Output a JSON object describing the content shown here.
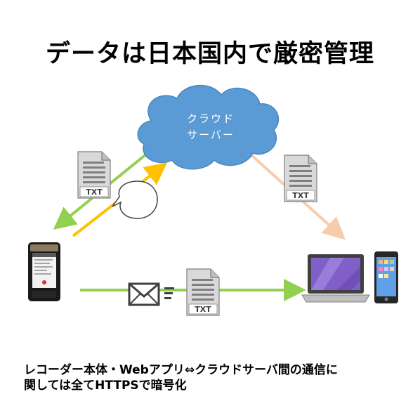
{
  "title": "データは日本国内で厳密管理",
  "cloud": {
    "line1": "クラウド",
    "line2": "サーバー"
  },
  "doc_label": "TXT",
  "footer": {
    "line1": "レコーダー本体・Webアプリ⇔クラウドサーバ間の通信に",
    "line2": "関しては全てHTTPSで暗号化"
  },
  "colors": {
    "cloud": "#5b9bd5",
    "green_arrow": "#92d050",
    "yellow_arrow": "#ffc000",
    "peach_arrow": "#f8cbad"
  },
  "icons": {
    "recorder": "voice-recorder-icon",
    "laptop": "laptop-icon",
    "phone": "smartphone-icon",
    "envelope": "envelope-icon",
    "document": "text-document-icon",
    "speech": "speech-bubble-icon"
  }
}
